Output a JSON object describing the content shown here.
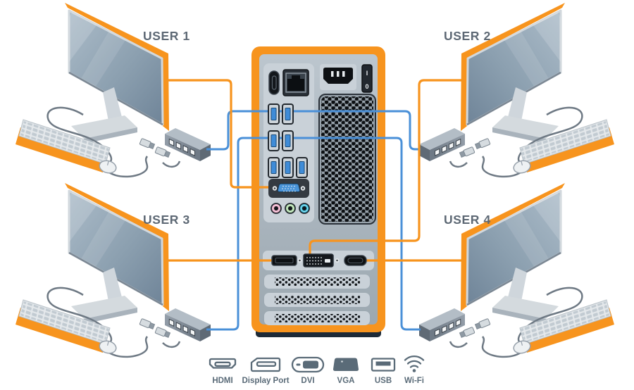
{
  "users": [
    {
      "id": "user-1",
      "label": "USER 1"
    },
    {
      "id": "user-2",
      "label": "USER 2"
    },
    {
      "id": "user-3",
      "label": "USER 3"
    },
    {
      "id": "user-4",
      "label": "USER 4"
    }
  ],
  "tower": {
    "power_switch": {
      "on_label": "I",
      "off_label": "0"
    }
  },
  "legend": {
    "items": [
      {
        "name": "hdmi",
        "label": "HDMI"
      },
      {
        "name": "display-port",
        "label": "Display Port"
      },
      {
        "name": "dvi",
        "label": "DVI"
      },
      {
        "name": "vga",
        "label": "VGA"
      },
      {
        "name": "usb",
        "label": "USB"
      },
      {
        "name": "wifi",
        "label": "Wi-Fi"
      }
    ]
  },
  "connections": [
    {
      "from": "USER 1",
      "to": "VGA",
      "type": "video",
      "color": "#F7941E"
    },
    {
      "from": "USER 1",
      "to": "USB rear port row 1",
      "type": "usb",
      "color": "#4A90D8"
    },
    {
      "from": "USER 2",
      "to": "DVI",
      "type": "video",
      "color": "#F7941E"
    },
    {
      "from": "USER 2",
      "to": "USB rear port row 1",
      "type": "usb",
      "color": "#4A90D8"
    },
    {
      "from": "USER 3",
      "to": "Display Port",
      "type": "video",
      "color": "#F7941E"
    },
    {
      "from": "USER 3",
      "to": "USB rear port row 2",
      "type": "usb",
      "color": "#4A90D8"
    },
    {
      "from": "USER 4",
      "to": "HDMI",
      "type": "video",
      "color": "#F7941E"
    },
    {
      "from": "USER 4",
      "to": "USB rear port row 2",
      "type": "usb",
      "color": "#4A90D8"
    }
  ],
  "colors": {
    "accent_orange": "#F7941E",
    "cable_blue": "#4A90D8",
    "icon_gray": "#5A6B78",
    "tower_body": "#A9B4BD"
  }
}
